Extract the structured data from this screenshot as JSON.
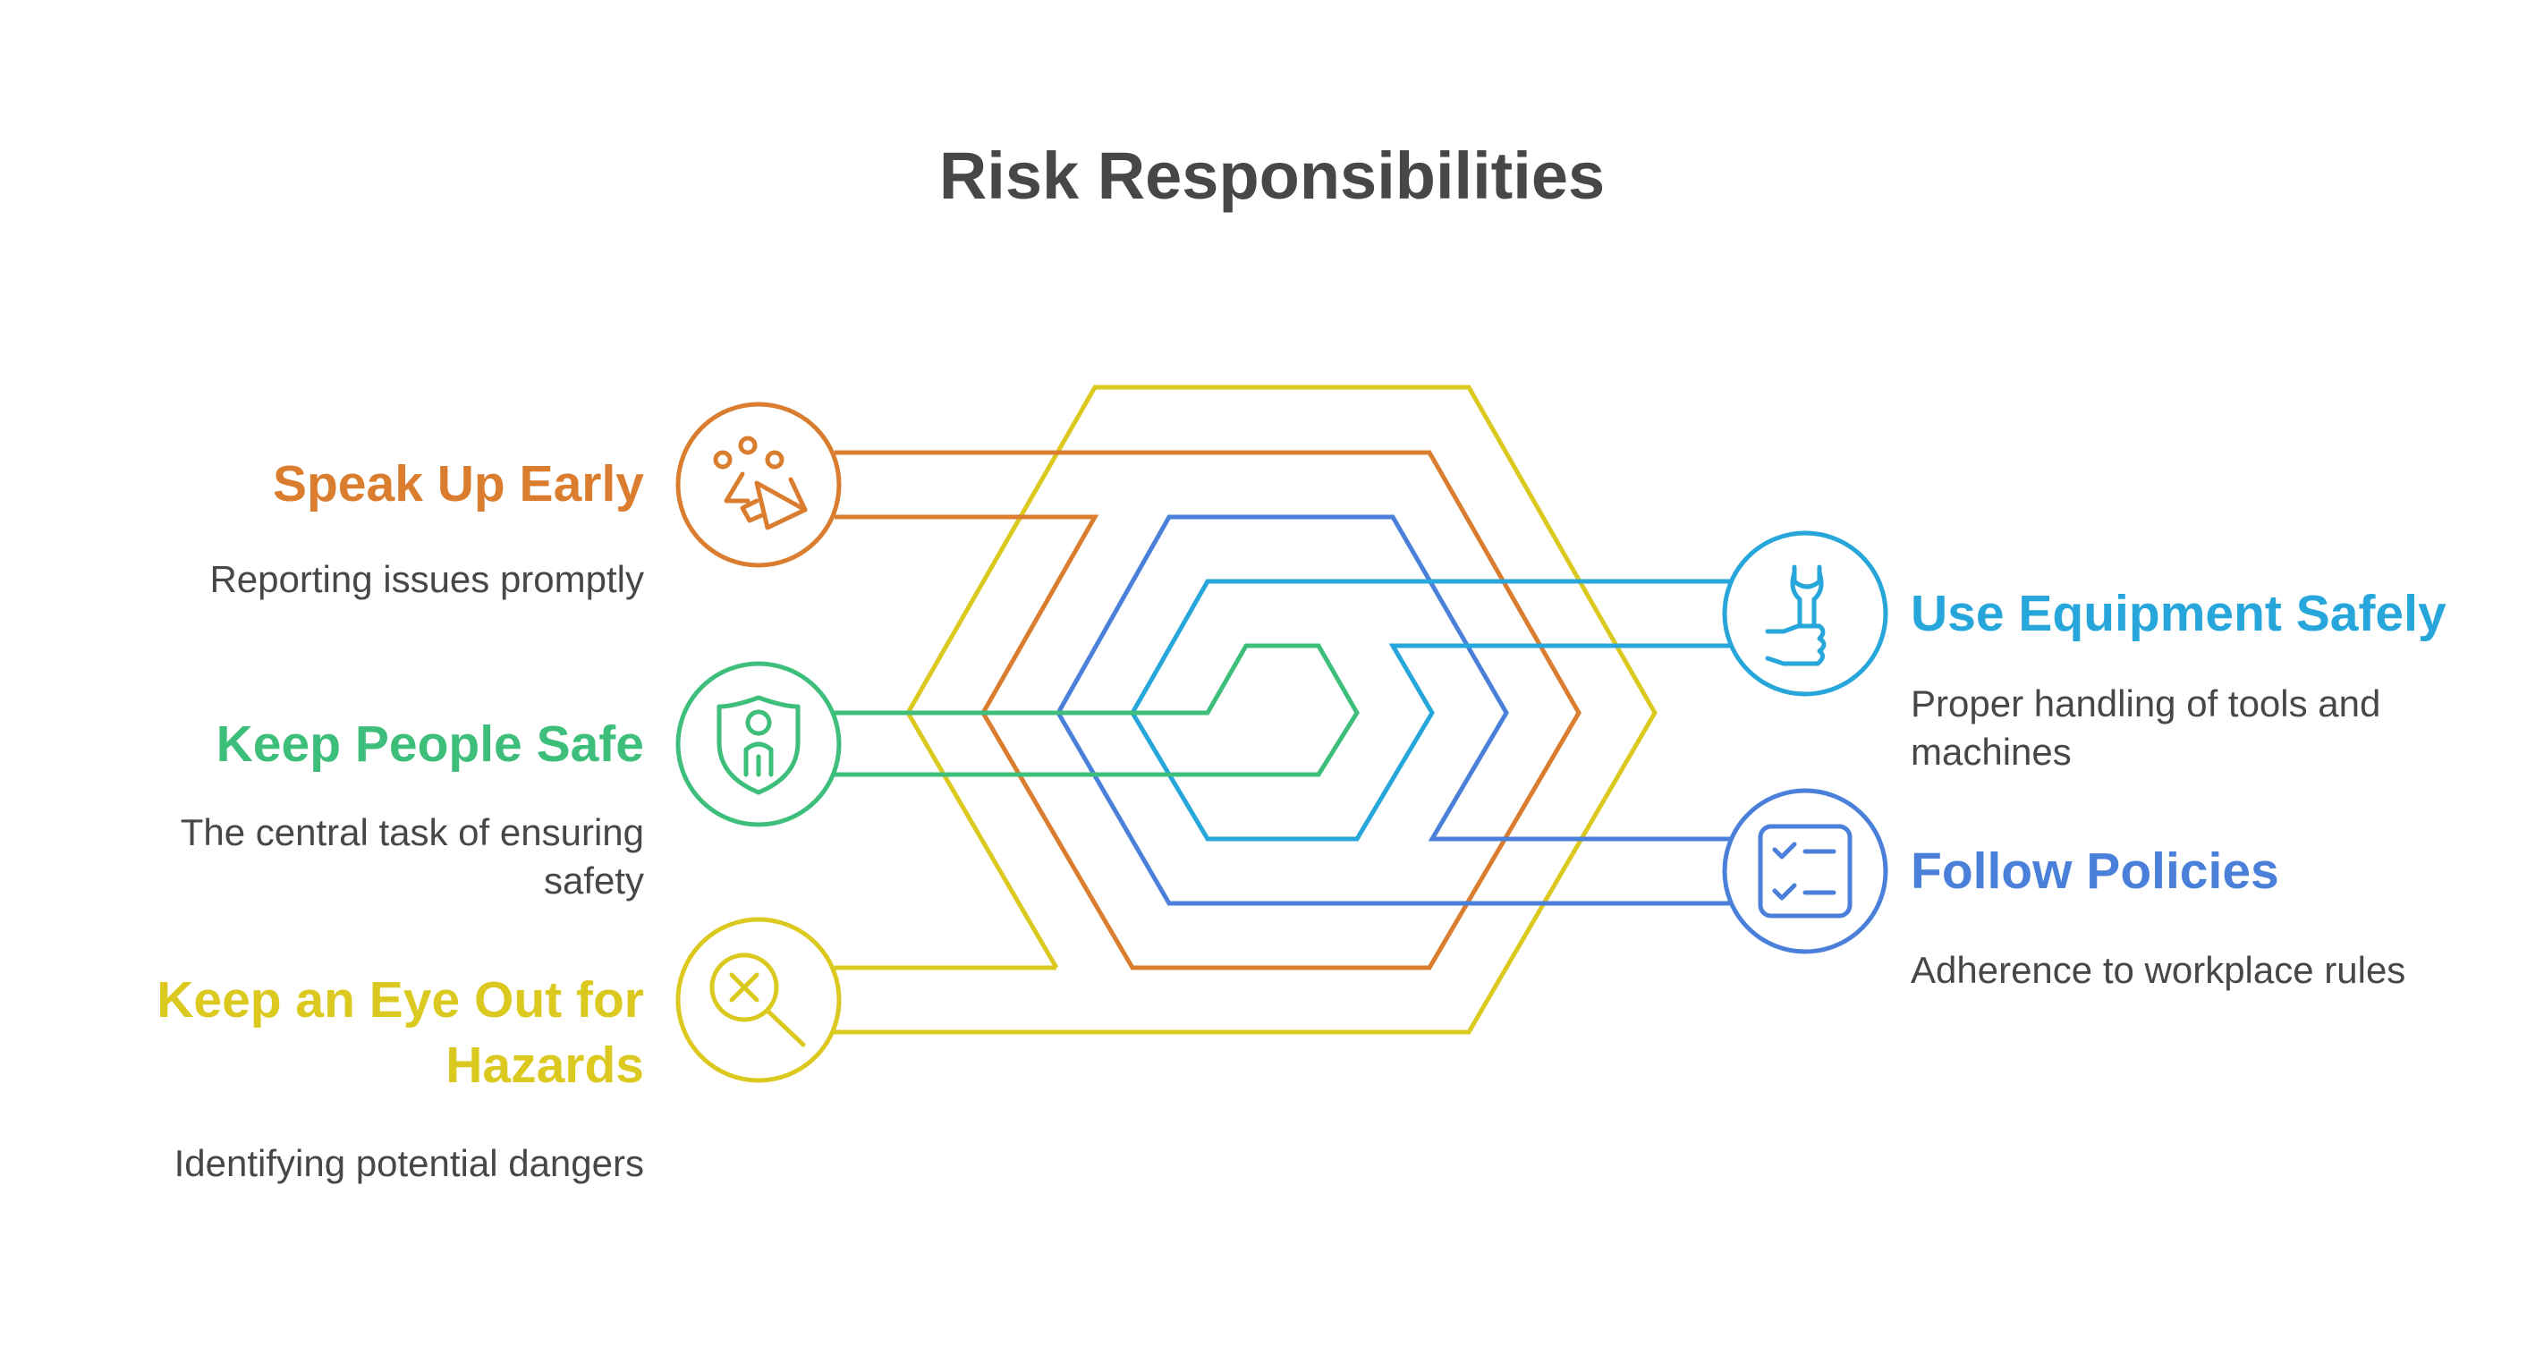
{
  "title": "Risk Responsibilities",
  "colors": {
    "orange": "#DA7D2F",
    "green": "#3DBF7B",
    "yellow": "#DBC920",
    "cyan": "#26A6DA",
    "blue": "#4A80DA",
    "title_text": "#474747",
    "desc_text": "#474747"
  },
  "items": [
    {
      "heading": "Speak Up Early",
      "description": "Reporting issues promptly",
      "icon": "megaphone-icon",
      "color": "#DA7D2F",
      "side": "left"
    },
    {
      "heading": "Keep People Safe",
      "description": "The central task of ensuring safety",
      "icon": "person-shield-icon",
      "color": "#3DBF7B",
      "side": "left"
    },
    {
      "heading": "Keep an Eye Out for Hazards",
      "description": "Identifying potential dangers",
      "icon": "magnifier-x-icon",
      "color": "#DBC920",
      "side": "left"
    },
    {
      "heading": "Use Equipment Safely",
      "description": "Proper handling of tools and machines",
      "icon": "wrench-thumbs-up-icon",
      "color": "#26A6DA",
      "side": "right"
    },
    {
      "heading": "Follow Policies",
      "description": "Adherence to workplace rules",
      "icon": "checklist-icon",
      "color": "#4A80DA",
      "side": "right"
    }
  ]
}
